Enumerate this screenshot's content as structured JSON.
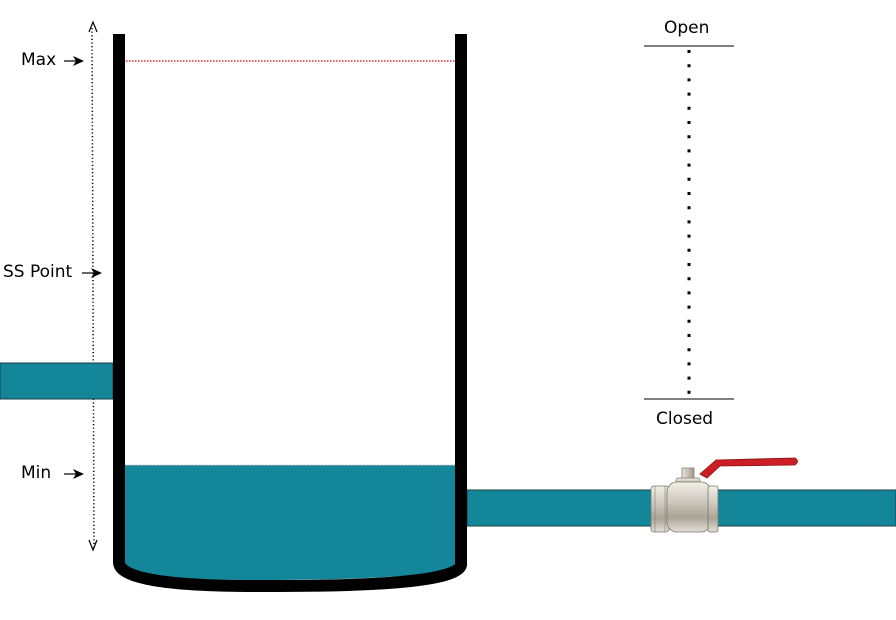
{
  "level_labels": {
    "max": "Max",
    "setpoint": "SS Point",
    "min": "Min"
  },
  "valve_scale": {
    "open": "Open",
    "closed": "Closed"
  },
  "tank": {
    "water_level_fraction": 0.23
  },
  "colors": {
    "water": "#14869a",
    "tank_wall": "#000000",
    "max_line": "#e00000",
    "valve_handle": "#cc1f25",
    "valve_body": "#d2cdc2"
  },
  "icons": {
    "valve": "ball-valve-icon",
    "arrow": "arrowhead-icon"
  }
}
